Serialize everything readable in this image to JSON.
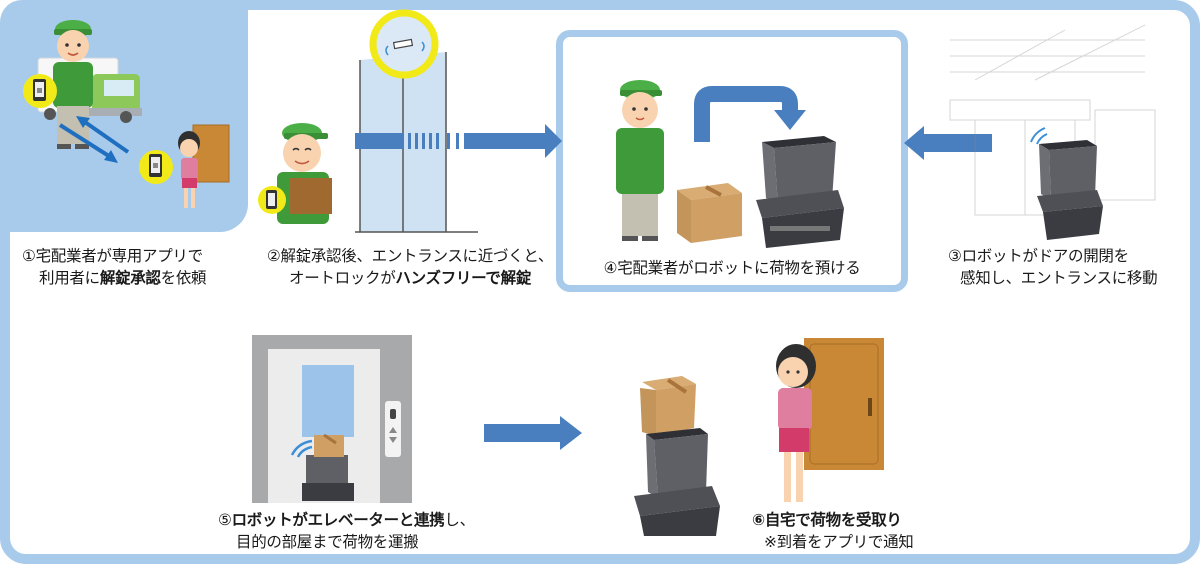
{
  "title": "宅配ロボット配送フロー",
  "colors": {
    "frame": "#a9cbeb",
    "arrow": "#4a7fbf",
    "highlight": "#f2ea18",
    "uniform_green": "#3f9a3a",
    "cap_green": "#4bae47",
    "box": "#c9955a",
    "door": "#c98836",
    "robot_gray": "#5e6066"
  },
  "steps": [
    {
      "id": 1,
      "line1": "①宅配業者が専用アプリで",
      "line2_pre": "利用者に",
      "line2_bold": "解錠承認",
      "line2_post": "を依頼"
    },
    {
      "id": 2,
      "line1": "②解錠承認後、エントランスに近づくと、",
      "line2_pre": "オートロックが",
      "line2_bold": "ハンズフリーで解錠"
    },
    {
      "id": 3,
      "line1": "③ロボットがドアの開閉を",
      "line2": "感知し、エントランスに移動"
    },
    {
      "id": 4,
      "line1": "④宅配業者がロボットに荷物を預ける"
    },
    {
      "id": 5,
      "line1_num": "⑤",
      "line1_bold": "ロボットがエレベーターと連携",
      "line1_post": "し、",
      "line2": "目的の部屋まで荷物を運搬"
    },
    {
      "id": 6,
      "line1_bold": "⑥自宅で荷物を受取り",
      "line2": "※到着をアプリで通知"
    }
  ],
  "icons": {
    "delivery_worker": "delivery-worker-icon",
    "truck": "delivery-truck-icon",
    "phone_lock": "smartphone-lock-icon",
    "resident": "resident-woman-icon",
    "door": "door-icon",
    "auto_door": "auto-lock-door-icon",
    "sensor": "sensor-icon",
    "robot": "delivery-robot-icon",
    "package": "package-box-icon",
    "elevator": "elevator-icon",
    "entrance": "entrance-hall-icon",
    "wifi": "wireless-signal-icon"
  }
}
